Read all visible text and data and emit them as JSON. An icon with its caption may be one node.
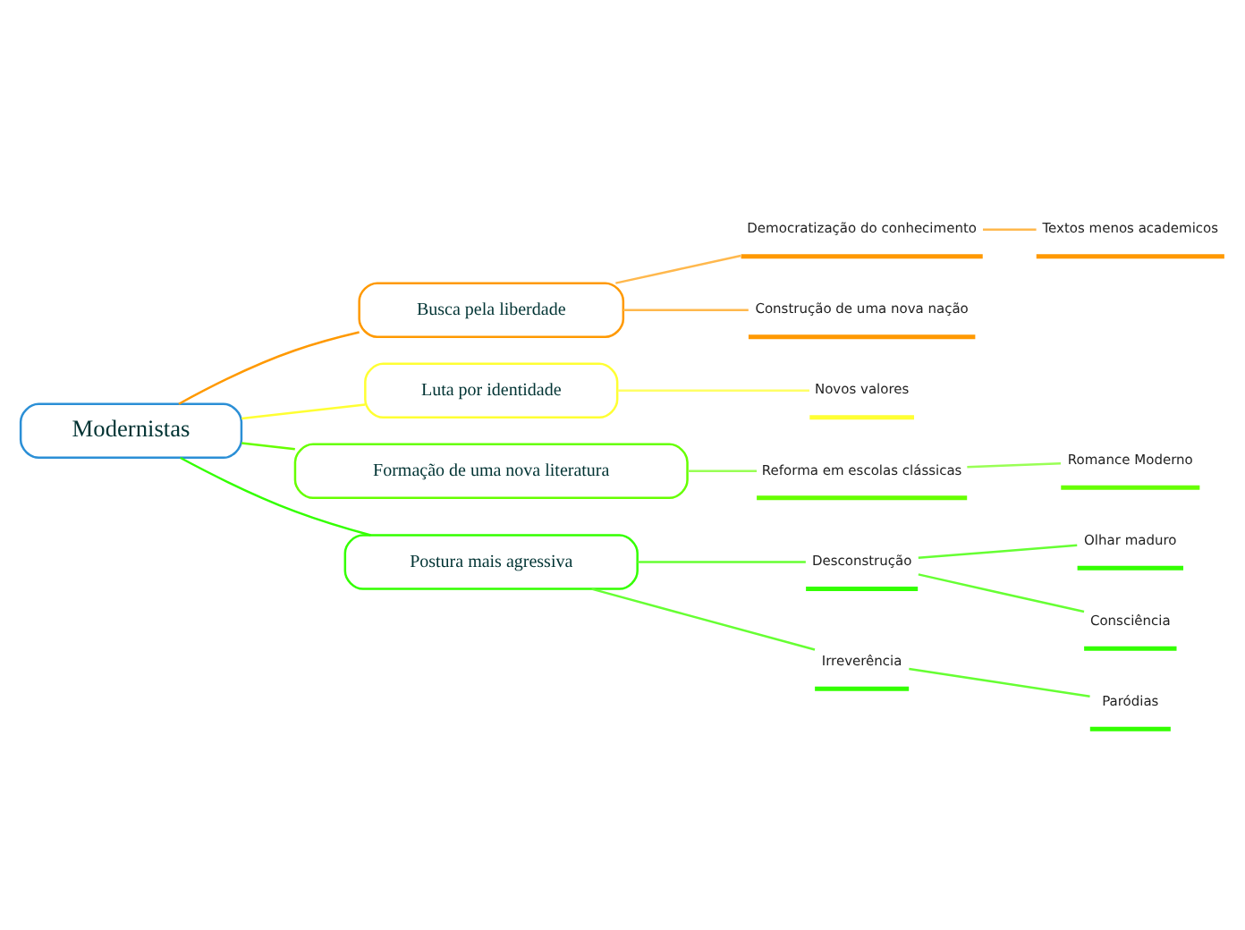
{
  "diagram": {
    "nodes": [
      {
        "text": [
          "Modernistas"
        ]
      },
      {
        "text": [
          "Busca pela liberdade"
        ]
      },
      {
        "text": [
          "Democratização do conhecimento"
        ]
      },
      {
        "text": [
          "Textos menos academicos"
        ]
      },
      {
        "text": [
          "Construção de uma nova nação"
        ]
      },
      {
        "text": [
          "Luta por identidade"
        ]
      },
      {
        "text": [
          "Novos valores"
        ]
      },
      {
        "text": [
          "Formação de uma nova literatura"
        ]
      },
      {
        "text": [
          "Reforma em escolas clássicas"
        ]
      },
      {
        "text": [
          "Romance Moderno"
        ]
      },
      {
        "text": [
          "Postura mais agressiva"
        ]
      },
      {
        "text": [
          "Desconstrução"
        ]
      },
      {
        "text": [
          "Olhar maduro"
        ]
      },
      {
        "text": [
          "Consciência"
        ]
      },
      {
        "text": [
          "Irreverência"
        ]
      },
      {
        "text": [
          "Paródias"
        ]
      }
    ],
    "edges": [
      {
        "from": 0,
        "to": 1,
        "arrow": "none",
        "color": "#ff9900"
      },
      {
        "from": 1,
        "to": 2,
        "arrow": "none",
        "color": "#ffb84d"
      },
      {
        "from": 2,
        "to": 3,
        "arrow": "none",
        "color": "#ffb84d"
      },
      {
        "from": 1,
        "to": 4,
        "arrow": "none",
        "color": "#ffb84d"
      },
      {
        "from": 0,
        "to": 5,
        "arrow": "none",
        "color": "#ffff33"
      },
      {
        "from": 5,
        "to": 6,
        "arrow": "none",
        "color": "#ffff66"
      },
      {
        "from": 0,
        "to": 7,
        "arrow": "none",
        "color": "#66ff00"
      },
      {
        "from": 7,
        "to": 8,
        "arrow": "none",
        "color": "#99ff55"
      },
      {
        "from": 8,
        "to": 9,
        "arrow": "none",
        "color": "#99ff55"
      },
      {
        "from": 0,
        "to": 10,
        "arrow": "none",
        "color": "#33ff00"
      },
      {
        "from": 10,
        "to": 11,
        "arrow": "none"
      },
      {
        "from": 11,
        "to": 12,
        "arrow": "none"
      },
      {
        "from": 11,
        "to": 13,
        "arrow": "none"
      },
      {
        "from": 10,
        "to": 14,
        "arrow": "none"
      },
      {
        "from": 14,
        "to": 15,
        "arrow": "none"
      }
    ]
  }
}
